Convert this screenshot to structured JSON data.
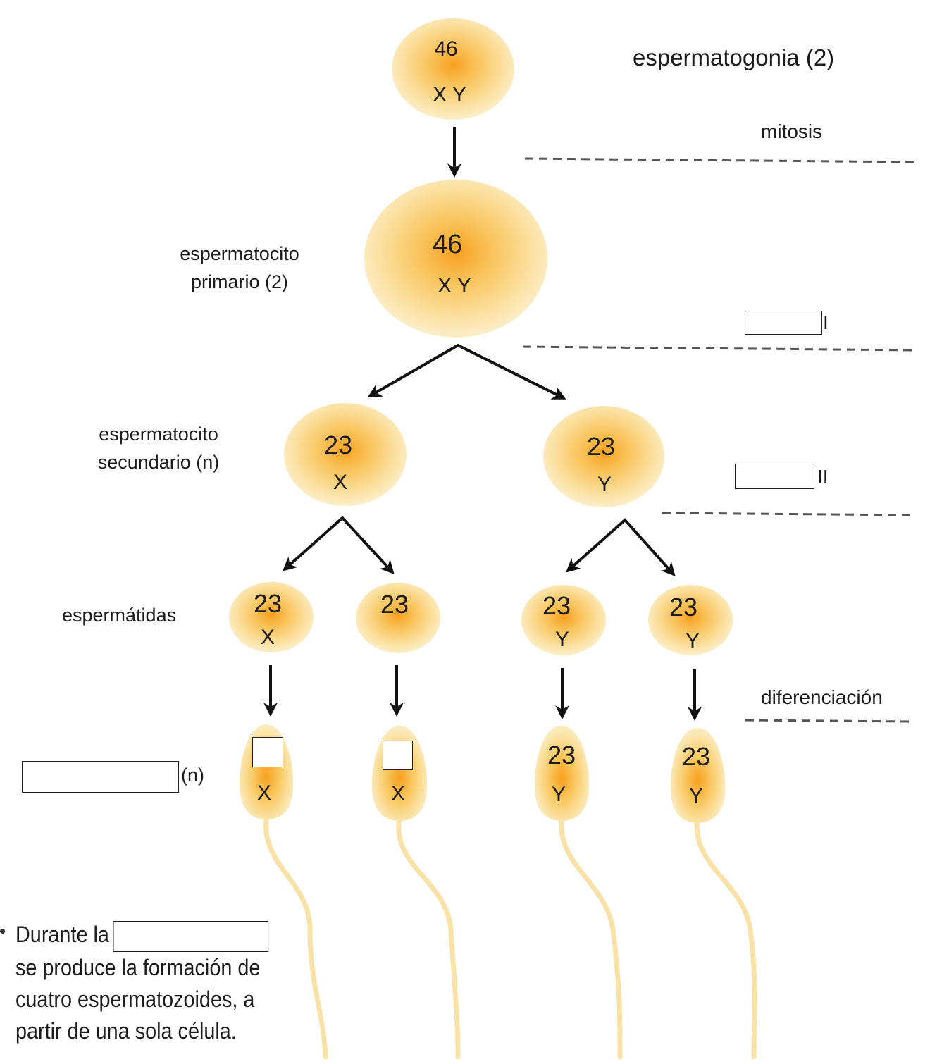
{
  "stages": {
    "espermatogonia": "espermatogonia (2)",
    "mitosis": "mitosis",
    "meiosis_1_suffix": "I",
    "meiosis_2_suffix": "II",
    "espermatocito_primario_line1": "espermatocito",
    "espermatocito_primario_line2": "primario (2)",
    "espermatocito_secundario_line1": "espermatocito",
    "espermatocito_secundario_line2": "secundario (n)",
    "espermatidas": "espermátidas",
    "diferenciacion": "diferenciación",
    "espermatozoide_suffix": "(n)"
  },
  "cells": {
    "espermatogonia": {
      "number": "46",
      "chromosomes": "X Y"
    },
    "espermatocito_primario": {
      "number": "46",
      "chromosomes": "X Y"
    },
    "secundario_left": {
      "number": "23",
      "chromosomes": "X"
    },
    "secundario_right": {
      "number": "23",
      "chromosomes": "Y"
    },
    "espermatida_1": {
      "number": "23",
      "chromosomes": "X"
    },
    "espermatida_2": {
      "number": "23",
      "chromosomes": ""
    },
    "espermatida_3": {
      "number": "23",
      "chromosomes": "Y"
    },
    "espermatida_4": {
      "number": "23",
      "chromosomes": "Y"
    },
    "espermatozoide_1": {
      "number": "",
      "chromosomes": "X"
    },
    "espermatozoide_2": {
      "number": "",
      "chromosomes": "X"
    },
    "espermatozoide_3": {
      "number": "23",
      "chromosomes": "Y"
    },
    "espermatozoide_4": {
      "number": "23",
      "chromosomes": "Y"
    }
  },
  "bottom_text": {
    "before_blank": "Durante la",
    "after_blank": "se produce la formación de cuatro espermatozoides, a partir de una sola célula."
  },
  "colors": {
    "cell_core": "#f7a020",
    "cell_edge": "#fbe8b4",
    "dash_line": "#555555"
  }
}
